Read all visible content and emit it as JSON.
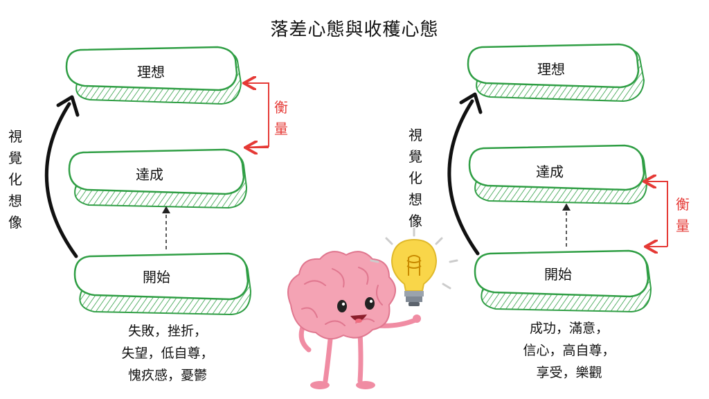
{
  "title": "落差心態與收穫心態",
  "left": {
    "box_top": "理想",
    "box_mid": "達成",
    "box_bottom": "開始",
    "side_label": "視\n覺\n化\n想\n像",
    "measure": "衡\n量",
    "caption": [
      "失敗，挫折，",
      "失望，低自尊，",
      "愧疚感，憂鬱"
    ]
  },
  "right": {
    "box_top": "理想",
    "box_mid": "達成",
    "box_bottom": "開始",
    "side_label": "視\n覺\n化\n想\n像",
    "measure": "衡\n量",
    "caption": [
      "成功，滿意，",
      "信心，高自尊，",
      "享受，樂觀"
    ]
  },
  "colors": {
    "box_outline": "#2f9e44",
    "measure": "#e53935",
    "brain": "#f4a3b4",
    "bulb": "#f9d649"
  }
}
